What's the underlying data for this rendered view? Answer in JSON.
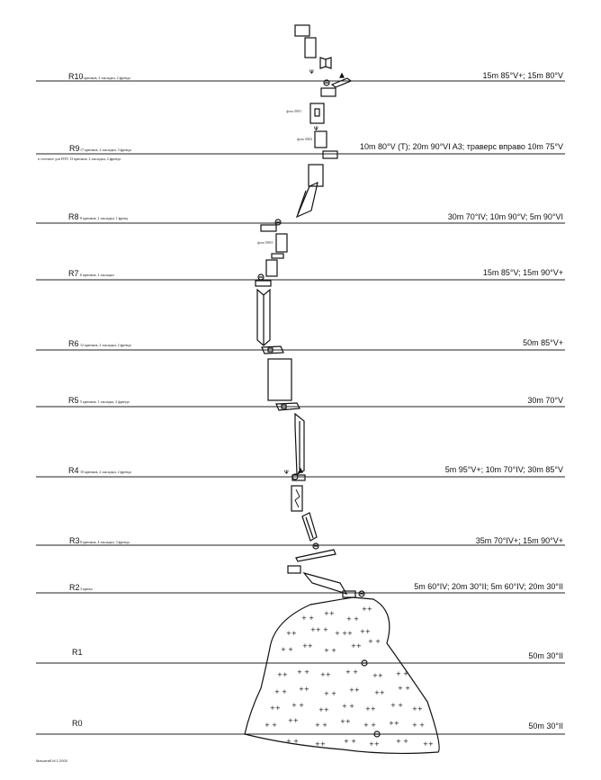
{
  "pitches": [
    {
      "id": "R10",
      "label": "R10",
      "note": "7 крючков, 2 закладки, 2 френда",
      "grade": "15m 85°V+; 15m 80°V"
    },
    {
      "id": "R9",
      "label": "R9",
      "note": "17 крючков, 2 закладки, 3 френда",
      "note2": "в стоечное для НТО 13 крючков, 2 закладки, 2 френда",
      "grade": "10m 80°V (T); 20m 90°VI A3; траверс вправо 10m 75°V"
    },
    {
      "id": "R8",
      "label": "R8",
      "note": "8 крючков, 2 закладки, 1 френд",
      "grade": "30m 70°IV; 10m 90°V; 5m 90°VI"
    },
    {
      "id": "R7",
      "label": "R7",
      "note": "6 крючков, 2 закладки",
      "grade": "15m 85°V; 15m 90°V+"
    },
    {
      "id": "R6",
      "label": "R6",
      "note": "12 крючков, 2 закладки, 2 френда",
      "grade": "50m 85°V+"
    },
    {
      "id": "R5",
      "label": "R5",
      "note": "5 крючков, 1 закладка, 2 френда",
      "grade": "30m 70°V"
    },
    {
      "id": "R4",
      "label": "R4",
      "note": "10 крючков, 2 закладки, 2 френда",
      "grade": "5m 95°V+; 10m 70°IV; 30m 85°V"
    },
    {
      "id": "R3",
      "label": "R3",
      "note": "8 крючков, 4 закладки, 3 френда",
      "grade": "35m 70°IV+; 15m 90°V+"
    },
    {
      "id": "R2",
      "label": "R2",
      "note": "3 крюка",
      "grade": "5m 60°IV; 20m 30°II; 5m 60°IV; 20m 30°II"
    },
    {
      "id": "R1",
      "label": "R1",
      "note": "",
      "grade": "50m 30°II"
    },
    {
      "id": "R0",
      "label": "R0",
      "note": "",
      "grade": "50m 30°II"
    }
  ],
  "annotations": [
    "фото 0001",
    "фото 0002",
    "фото 0003"
  ],
  "scale_label": "Масштаб М 1:2000"
}
